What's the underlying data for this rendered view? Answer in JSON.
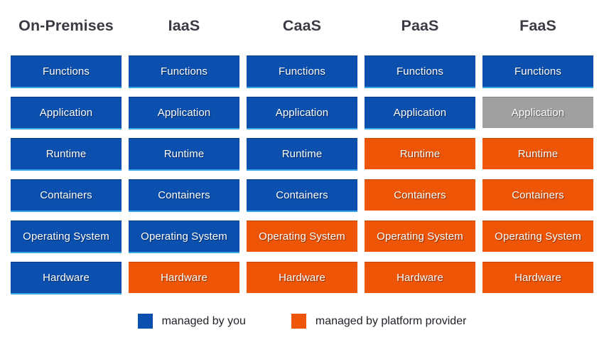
{
  "diagram": {
    "type": "responsibility-matrix",
    "columns": [
      "On-Premises",
      "IaaS",
      "CaaS",
      "PaaS",
      "FaaS"
    ],
    "rows": [
      "Functions",
      "Application",
      "Runtime",
      "Containers",
      "Operating System",
      "Hardware"
    ],
    "colors": {
      "managed_by_you": "#0b4faf",
      "managed_by_platform_provider": "#ee5506",
      "not_applicable": "#a0a0a0",
      "header_text": "#3b3b44",
      "cell_text": "#ffffff",
      "background": "#ffffff"
    },
    "matrix": [
      {
        "row": "Functions",
        "cells": [
          {
            "column": "On-Premises",
            "label": "Functions",
            "state": "blue"
          },
          {
            "column": "IaaS",
            "label": "Functions",
            "state": "blue"
          },
          {
            "column": "CaaS",
            "label": "Functions",
            "state": "blue"
          },
          {
            "column": "PaaS",
            "label": "Functions",
            "state": "blue"
          },
          {
            "column": "FaaS",
            "label": "Functions",
            "state": "blue"
          }
        ]
      },
      {
        "row": "Application",
        "cells": [
          {
            "column": "On-Premises",
            "label": "Application",
            "state": "blue"
          },
          {
            "column": "IaaS",
            "label": "Application",
            "state": "blue"
          },
          {
            "column": "CaaS",
            "label": "Application",
            "state": "blue"
          },
          {
            "column": "PaaS",
            "label": "Application",
            "state": "blue"
          },
          {
            "column": "FaaS",
            "label": "Application",
            "state": "gray"
          }
        ]
      },
      {
        "row": "Runtime",
        "cells": [
          {
            "column": "On-Premises",
            "label": "Runtime",
            "state": "blue"
          },
          {
            "column": "IaaS",
            "label": "Runtime",
            "state": "blue"
          },
          {
            "column": "CaaS",
            "label": "Runtime",
            "state": "blue"
          },
          {
            "column": "PaaS",
            "label": "Runtime",
            "state": "orange"
          },
          {
            "column": "FaaS",
            "label": "Runtime",
            "state": "orange"
          }
        ]
      },
      {
        "row": "Containers",
        "cells": [
          {
            "column": "On-Premises",
            "label": "Containers",
            "state": "blue"
          },
          {
            "column": "IaaS",
            "label": "Containers",
            "state": "blue"
          },
          {
            "column": "CaaS",
            "label": "Containers",
            "state": "blue"
          },
          {
            "column": "PaaS",
            "label": "Containers",
            "state": "orange"
          },
          {
            "column": "FaaS",
            "label": "Containers",
            "state": "orange"
          }
        ]
      },
      {
        "row": "Operating System",
        "cells": [
          {
            "column": "On-Premises",
            "label": "Operating System",
            "state": "blue"
          },
          {
            "column": "IaaS",
            "label": "Operating System",
            "state": "blue"
          },
          {
            "column": "CaaS",
            "label": "Operating System",
            "state": "orange"
          },
          {
            "column": "PaaS",
            "label": "Operating System",
            "state": "orange"
          },
          {
            "column": "FaaS",
            "label": "Operating System",
            "state": "orange"
          }
        ]
      },
      {
        "row": "Hardware",
        "cells": [
          {
            "column": "On-Premises",
            "label": "Hardware",
            "state": "blue"
          },
          {
            "column": "IaaS",
            "label": "Hardware",
            "state": "orange"
          },
          {
            "column": "CaaS",
            "label": "Hardware",
            "state": "orange"
          },
          {
            "column": "PaaS",
            "label": "Hardware",
            "state": "orange"
          },
          {
            "column": "FaaS",
            "label": "Hardware",
            "state": "orange"
          }
        ]
      }
    ],
    "legend": [
      {
        "swatch": "blue",
        "label": "managed by you"
      },
      {
        "swatch": "orange",
        "label": "managed by platform provider"
      }
    ]
  }
}
